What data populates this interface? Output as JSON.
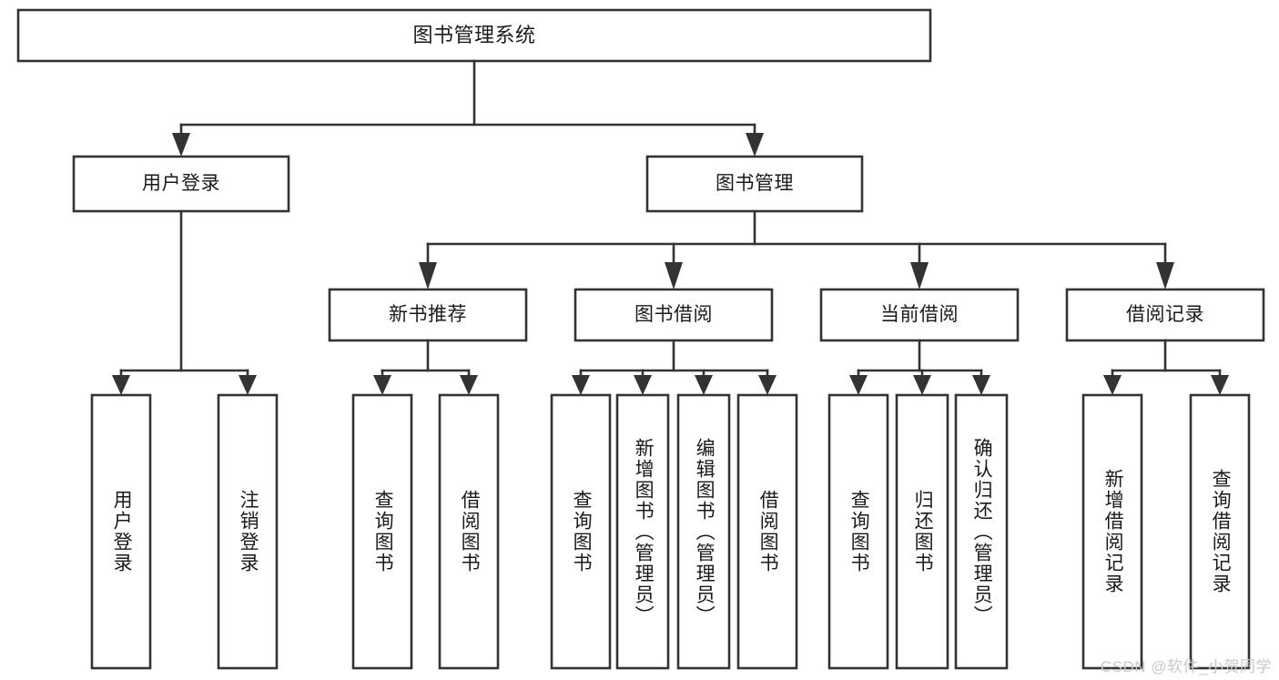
{
  "diagram": {
    "type": "tree-hierarchy-chart",
    "title": "图书管理系统",
    "watermark": "CSDN @软件_小贺同学",
    "colors": {
      "box_stroke": "#333333",
      "box_fill": "#ffffff",
      "connector": "#333333",
      "text": "#1a1a1a",
      "watermark": "#c9c9c9",
      "background": "#ffffff"
    },
    "levels": {
      "level1": [
        {
          "id": "root",
          "label": "图书管理系统",
          "orientation": "horizontal"
        }
      ],
      "level2": [
        {
          "id": "user-login",
          "label": "用户登录",
          "orientation": "horizontal"
        },
        {
          "id": "book-manage",
          "label": "图书管理",
          "orientation": "horizontal"
        }
      ],
      "level3": [
        {
          "id": "new-book-recommend",
          "label": "新书推荐",
          "orientation": "horizontal"
        },
        {
          "id": "book-borrow",
          "label": "图书借阅",
          "orientation": "horizontal"
        },
        {
          "id": "current-borrow",
          "label": "当前借阅",
          "orientation": "horizontal"
        },
        {
          "id": "borrow-record",
          "label": "借阅记录",
          "orientation": "horizontal"
        }
      ],
      "level4": [
        {
          "id": "leaf-user-login",
          "label": "用户登录",
          "orientation": "vertical",
          "parent": "user-login"
        },
        {
          "id": "leaf-logout-login",
          "label": "注销登录",
          "orientation": "vertical",
          "parent": "user-login"
        },
        {
          "id": "leaf-query-book-1",
          "label": "查询图书",
          "orientation": "vertical",
          "parent": "new-book-recommend"
        },
        {
          "id": "leaf-borrow-book-1",
          "label": "借阅图书",
          "orientation": "vertical",
          "parent": "new-book-recommend"
        },
        {
          "id": "leaf-query-book-2",
          "label": "查询图书",
          "orientation": "vertical",
          "parent": "book-borrow"
        },
        {
          "id": "leaf-add-book",
          "label": "新增图书（管理员）",
          "orientation": "vertical",
          "parent": "book-borrow"
        },
        {
          "id": "leaf-edit-book",
          "label": "编辑图书（管理员）",
          "orientation": "vertical",
          "parent": "book-borrow"
        },
        {
          "id": "leaf-borrow-book-2",
          "label": "借阅图书",
          "orientation": "vertical",
          "parent": "book-borrow"
        },
        {
          "id": "leaf-query-book-3",
          "label": "查询图书",
          "orientation": "vertical",
          "parent": "current-borrow"
        },
        {
          "id": "leaf-return-book",
          "label": "归还图书",
          "orientation": "vertical",
          "parent": "current-borrow"
        },
        {
          "id": "leaf-confirm-return",
          "label": "确认归还（管理员）",
          "orientation": "vertical",
          "parent": "current-borrow"
        },
        {
          "id": "leaf-add-record",
          "label": "新增借阅记录",
          "orientation": "vertical",
          "parent": "borrow-record"
        },
        {
          "id": "leaf-query-record",
          "label": "查询借阅记录",
          "orientation": "vertical",
          "parent": "borrow-record"
        }
      ]
    }
  }
}
